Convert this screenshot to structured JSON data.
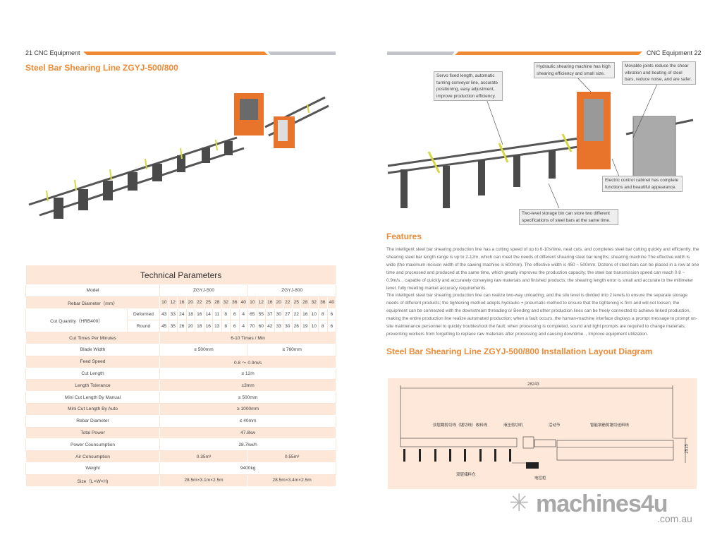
{
  "left_page": {
    "header": "21 CNC Equipment",
    "title": "Steel Bar Shearing Line ZGYJ-500/800",
    "table": {
      "caption": "Technical Parameters",
      "model_label": "Model",
      "models": [
        "ZGYJ-500",
        "ZGYJ-800"
      ],
      "rebar_diameter_label": "Rebar Diameter（mm）",
      "diameters": [
        "10",
        "12",
        "16",
        "20",
        "22",
        "25",
        "28",
        "32",
        "36",
        "40",
        "10",
        "12",
        "16",
        "20",
        "22",
        "25",
        "28",
        "32",
        "36",
        "40"
      ],
      "cut_quantity_label": "Cut Quantity（HRB400）",
      "deformed_label": "Deformed",
      "deformed": [
        "43",
        "33",
        "24",
        "18",
        "16",
        "14",
        "11",
        "8",
        "6",
        "4",
        "65",
        "55",
        "37",
        "30",
        "27",
        "22",
        "16",
        "10",
        "8",
        "6"
      ],
      "round_label": "Round",
      "round": [
        "45",
        "35",
        "26",
        "20",
        "18",
        "16",
        "13",
        "8",
        "6",
        "4",
        "70",
        "60",
        "42",
        "33",
        "30",
        "26",
        "19",
        "10",
        "8",
        "6"
      ],
      "rows": [
        {
          "label": "Cut Times Per Minutes",
          "value": "6-10 Times / Min"
        },
        {
          "label": "Blade Width",
          "v500": "≤ 500mm",
          "v800": "≤ 760mm"
        },
        {
          "label": "Feed Speed",
          "value": "0.8 ～ 0.9m/s"
        },
        {
          "label": "Cut Length",
          "value": "≤ 12m"
        },
        {
          "label": "Length Tolerance",
          "value": "±3mm"
        },
        {
          "label": "Mini Cut Length By Manual",
          "value": "≥ 500mm"
        },
        {
          "label": "Mini Cut Length By Auto",
          "value": "≥  1000mm"
        },
        {
          "label": "Rebar Diameter",
          "value": "≤ 40mm"
        },
        {
          "label": "Total Power",
          "value": "47.8kw"
        },
        {
          "label": "Power Counsumption",
          "value": "28.7kw/h"
        },
        {
          "label": "Air Consumption",
          "v500": "0.35m³",
          "v800": "0.55m³"
        },
        {
          "label": "Weight",
          "value": "9400kg"
        },
        {
          "label": "Size（L×W×H)",
          "v500": "28.5m×3.1m×2.5m",
          "v800": "28.5m×3.4m×2.5m"
        }
      ]
    }
  },
  "right_page": {
    "header": "CNC Equipment 22",
    "callouts": {
      "servo": "Servo fixed length, automatic turning conveyor line, accurate positioning, easy adjustment, improve production efficiency.",
      "hydraulic": "Hydraulic shearing machine has high shearing efficiency and small size.",
      "movable": "Movable joints reduce the shear vibration and beating of steel bars, reduce noise, and are safer.",
      "electric": "Electric control cabinet has complete functions and beautiful appearance.",
      "storage": "Two-level storage bin can store two different specifications of steel bars at the same time."
    },
    "features_title": "Features",
    "features_p1": "The intelligent steel bar shearing production line has a cutting speed of up to 6-10s/time, neat cuts, and completes steel bar cutting quickly and efficiently; the shearing steel bar length range is up to 2-12m, which can meet the needs of different shearing steel bar lengths; shearing machine The effective width is wide (the maximum incision width of the sawing machine is 600mm). The effective width is 450 ~ 500mm. Dozens of steel bars can be placed in a row at one time and processed and produced at the same time, which greatly improves the production capacity; the steel bar transmission speed can reach 0.8 ~ 0.9m/s. , capable of quickly and accurately conveying raw materials and finished products; the shearing length error is small and accurate to the millimeter level, fully meeting market accuracy requirements.",
    "features_p2": "The intelligent steel bar shearing production line can realize two-way unloading, and the silo level is divided into 2 levels to ensure the separate storage needs of different products; the tightening method adopts hydraulic + pneumatic method to ensure that the tightening is firm and will not loosen; the equipment can be connected with the downstream threading or Bending and other production lines can be freely connected to achieve linked production, making the entire production line realize automated production; when a fault occurs, the human-machine interface displays a prompt message to prompt on-site maintenance personnel to quickly troubleshoot the fault; when processing is completed, sound and light prompts are required to change materials, preventing workers from forgetting to replace raw materials after processing and causing downtime. , Improve equipment utilization.",
    "layout_title": "Steel Bar Shearing Line ZGYJ-500/800 Installation Layout Diagram",
    "diagram": {
      "length": "28243",
      "width": "2515",
      "label_collect": "双层翻剪切线（锯切线）收料线",
      "label_shear": "液压剪切机",
      "label_joint": "活动节",
      "label_feed": "智能钢筋剪锯切送料线",
      "label_bin": "双层储料仓",
      "label_cabinet": "电控柜"
    }
  },
  "watermark": {
    "brand": "machines4u",
    "domain": ".com.au"
  },
  "colors": {
    "accent": "#f08a35",
    "peach": "#fde7d8",
    "grey_bar": "#c4c4cc"
  }
}
